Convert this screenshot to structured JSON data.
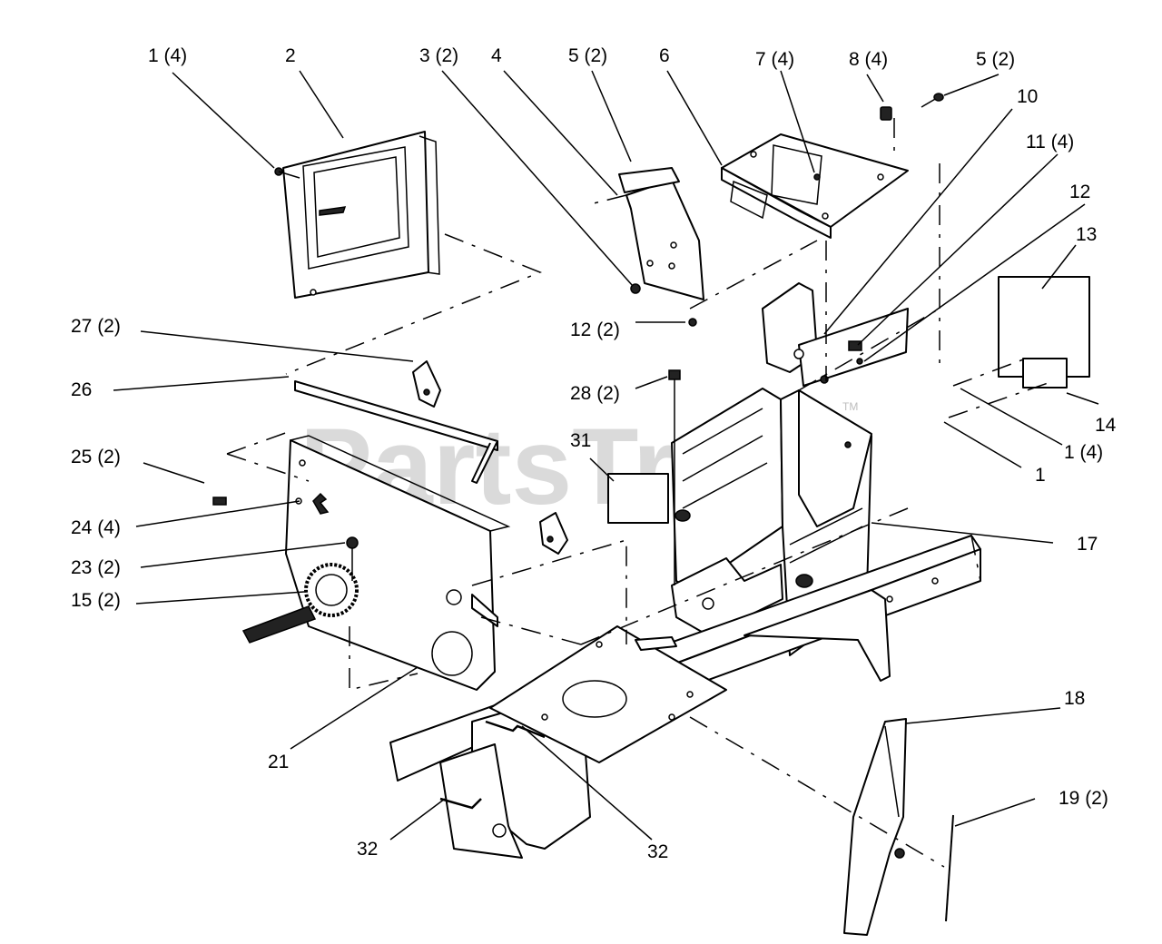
{
  "watermark": {
    "text": "PartsTree",
    "trademark": "TM"
  },
  "callouts": [
    {
      "id": "c1-4-top",
      "text": "1 (4)"
    },
    {
      "id": "c2",
      "text": "2"
    },
    {
      "id": "c3",
      "text": "3 (2)"
    },
    {
      "id": "c4",
      "text": "4"
    },
    {
      "id": "c5-left",
      "text": "5 (2)"
    },
    {
      "id": "c6",
      "text": "6"
    },
    {
      "id": "c7",
      "text": "7 (4)"
    },
    {
      "id": "c8",
      "text": "8 (4)"
    },
    {
      "id": "c5-right",
      "text": "5 (2)"
    },
    {
      "id": "c10",
      "text": "10"
    },
    {
      "id": "c11",
      "text": "11 (4)"
    },
    {
      "id": "c12",
      "text": "12"
    },
    {
      "id": "c13",
      "text": "13"
    },
    {
      "id": "c12-2",
      "text": "12 (2)"
    },
    {
      "id": "c27",
      "text": "27 (2)"
    },
    {
      "id": "c26",
      "text": "26"
    },
    {
      "id": "c28",
      "text": "28 (2)"
    },
    {
      "id": "c14",
      "text": "14"
    },
    {
      "id": "c1-4-right",
      "text": "1 (4)"
    },
    {
      "id": "c1",
      "text": "1"
    },
    {
      "id": "c31",
      "text": "31"
    },
    {
      "id": "c25",
      "text": "25 (2)"
    },
    {
      "id": "c24",
      "text": "24 (4)"
    },
    {
      "id": "c17",
      "text": "17"
    },
    {
      "id": "c23",
      "text": "23 (2)"
    },
    {
      "id": "c15",
      "text": "15 (2)"
    },
    {
      "id": "c18",
      "text": "18"
    },
    {
      "id": "c21",
      "text": "21"
    },
    {
      "id": "c19",
      "text": "19 (2)"
    },
    {
      "id": "c32-left",
      "text": "32"
    },
    {
      "id": "c32-right",
      "text": "32"
    }
  ]
}
